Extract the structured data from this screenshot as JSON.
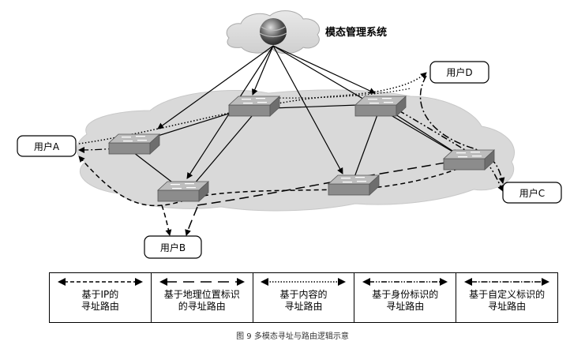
{
  "nodes": {
    "cloud_system": "模态管理系统",
    "user_a": "用户A",
    "user_b": "用户B",
    "user_c": "用户C",
    "user_d": "用户D"
  },
  "legend": [
    {
      "style": "ip",
      "label": "基于IP的\n寻址路由"
    },
    {
      "style": "geo",
      "label": "基于地理位置标识\n的寻址路由"
    },
    {
      "style": "content",
      "label": "基于内容的\n寻址路由"
    },
    {
      "style": "identity",
      "label": "基于身份标识的\n寻址路由"
    },
    {
      "style": "custom",
      "label": "基于自定义标识的\n寻址路由"
    }
  ],
  "caption": "图 9    多模态寻址与路由逻辑示意"
}
